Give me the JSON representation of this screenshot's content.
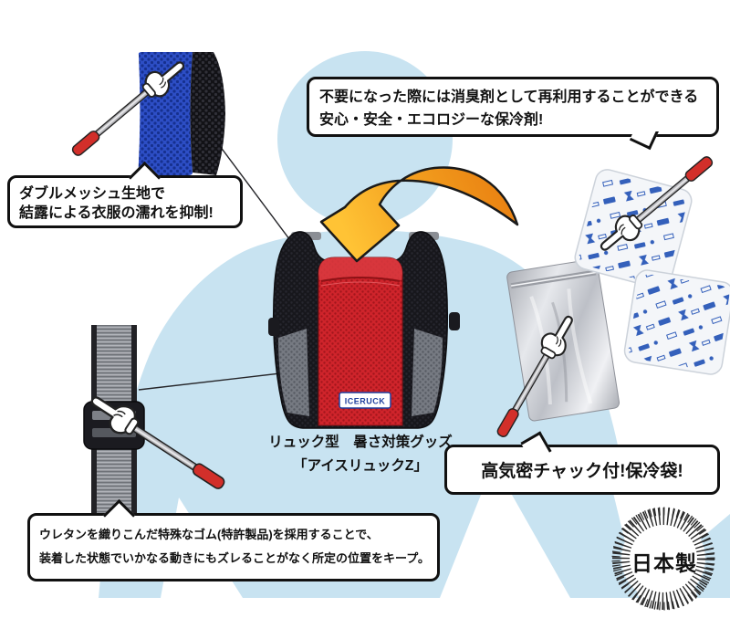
{
  "product": {
    "caption_line1": "リュック型　暑さ対策グッズ",
    "caption_line2": "「アイスリュックZ」",
    "vest_label": "ICERUCK",
    "made_in_stamp": "日本製"
  },
  "callouts": {
    "coolant_line1": "不要になった際には消臭剤として再利用することができる",
    "coolant_line2": "安心・安全・エコロジーな保冷剤!",
    "mesh_line1": "ダブルメッシュ生地で",
    "mesh_line2": "結露による衣服の濡れを抑制!",
    "cooler_bag": "高気密チャック付!保冷袋!",
    "strap_line1": "ウレタンを織りこんだ特殊なゴム(特許製品)を採用することで、",
    "strap_line2": "装着した状態でいかなる動きにもズレることがなく所定の位置をキープ。"
  },
  "icons": {
    "pointer_hand": "white-glove-pointing-hand-with-red-stick",
    "curved_arrow": "orange-curved-arrow",
    "stamp": "starburst-circle-stamp"
  },
  "colors": {
    "silhouette_blue": "#c8e3f1",
    "vest_black": "#17171c",
    "vest_red": "#cf242b",
    "mesh_blue": "#2d4ec5",
    "arrow_orange": "#f29c1d",
    "icepack_blue": "#2a58b8",
    "pointer_handle_red": "#d22f2a",
    "bubble_border": "#111111"
  }
}
